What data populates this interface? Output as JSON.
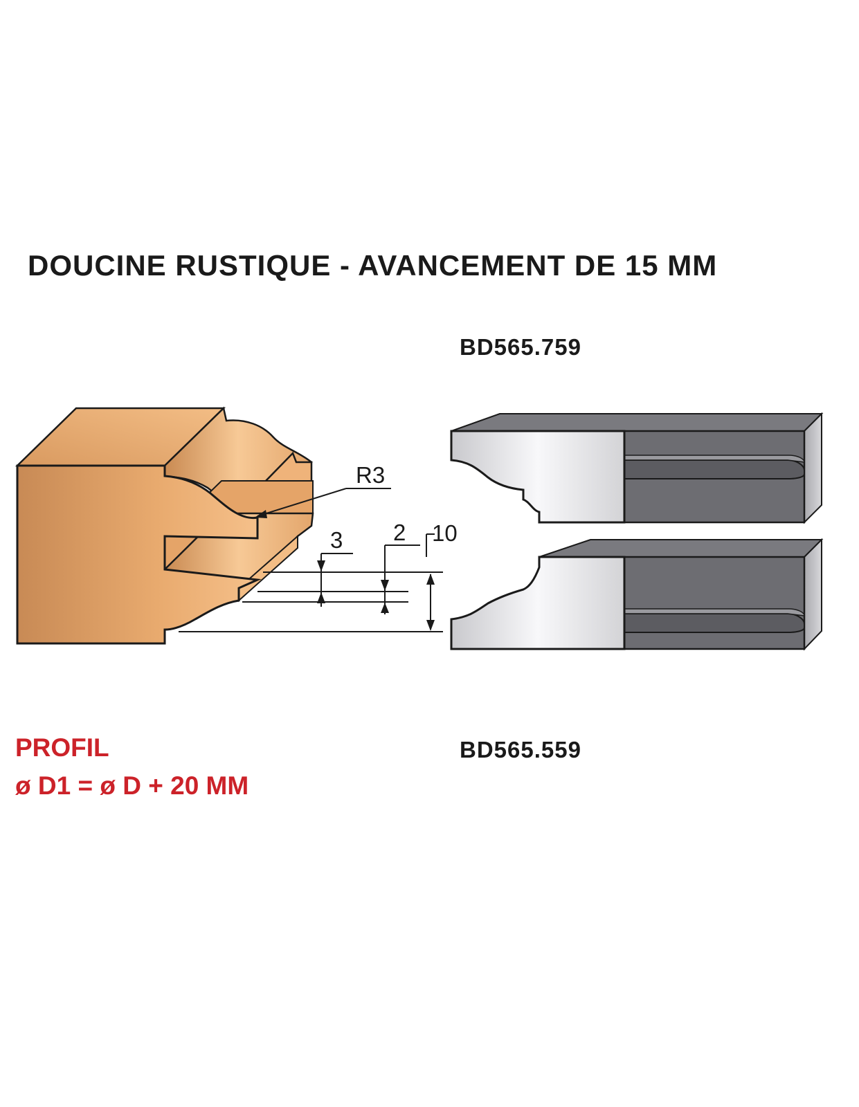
{
  "title": "DOUCINE  RUSTIQUE - AVANCEMENT DE 15 MM",
  "references": {
    "top": "BD565.759",
    "bottom": "BD565.559"
  },
  "profile": {
    "label": "PROFIL",
    "formula": "ø D1 = ø D + 20 MM"
  },
  "dimensions": {
    "radius": "R3",
    "d1": "3",
    "d2": "2",
    "d3": "10"
  },
  "colors": {
    "wood_light": "#f2b878",
    "wood_dark": "#c88a55",
    "blade_dark": "#6d6d72",
    "blade_light": "#e8e8ea",
    "accent_red": "#cc2229"
  }
}
